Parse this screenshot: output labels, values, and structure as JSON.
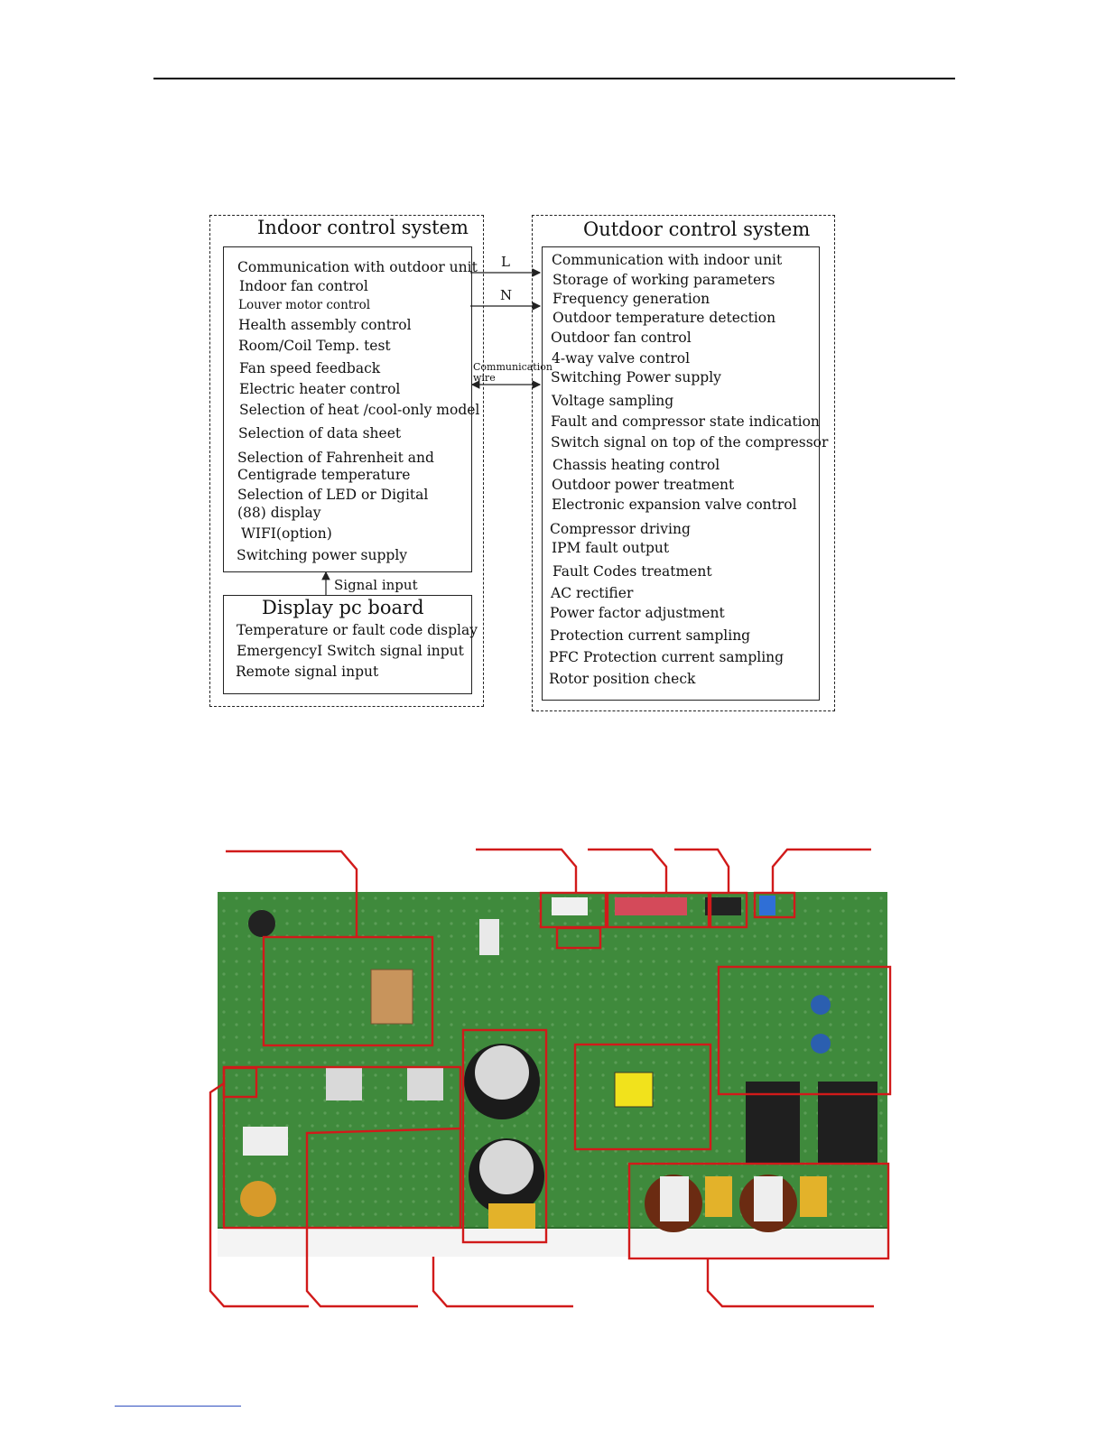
{
  "indoor": {
    "title": "Indoor control system",
    "items": [
      "Communication with outdoor unit",
      "Indoor fan control",
      "Louver motor control",
      "Health assembly control",
      "Room/Coil Temp. test",
      "Fan speed feedback",
      "Electric heater control",
      "Selection of heat /cool-only model",
      "Selection of data sheet",
      "Selection of Fahrenheit and",
      "Centigrade temperature",
      "Selection of LED or Digital",
      "(88) display",
      "WIFI(option)",
      "Switching power supply"
    ]
  },
  "display": {
    "title": "Display pc board",
    "items": [
      "Temperature or fault code display",
      "EmergencyI Switch signal input",
      "Remote signal input"
    ]
  },
  "signal_input": "Signal input",
  "links": {
    "l": "L",
    "n": "N",
    "comm_line1": "Communication",
    "comm_line2": "wire"
  },
  "outdoor": {
    "title": "Outdoor control system",
    "items": [
      "Communication with indoor unit",
      "Storage of working parameters",
      "Frequency generation",
      "Outdoor temperature detection",
      "Outdoor fan control",
      "4-way valve control",
      "Switching Power supply",
      "Voltage sampling",
      "Fault and compressor state indication",
      "Switch signal on top of the compressor",
      "Chassis heating control",
      "Outdoor power treatment",
      "Electronic expansion valve control",
      "Compressor driving",
      "IPM fault output",
      "Fault Codes treatment",
      "AC rectifier",
      "Power factor adjustment",
      "Protection current sampling",
      "PFC Protection current sampling",
      "Rotor position check"
    ]
  },
  "colors": {
    "callout_red": "#d11a1a",
    "pcb_green": "#3f8a3c"
  }
}
